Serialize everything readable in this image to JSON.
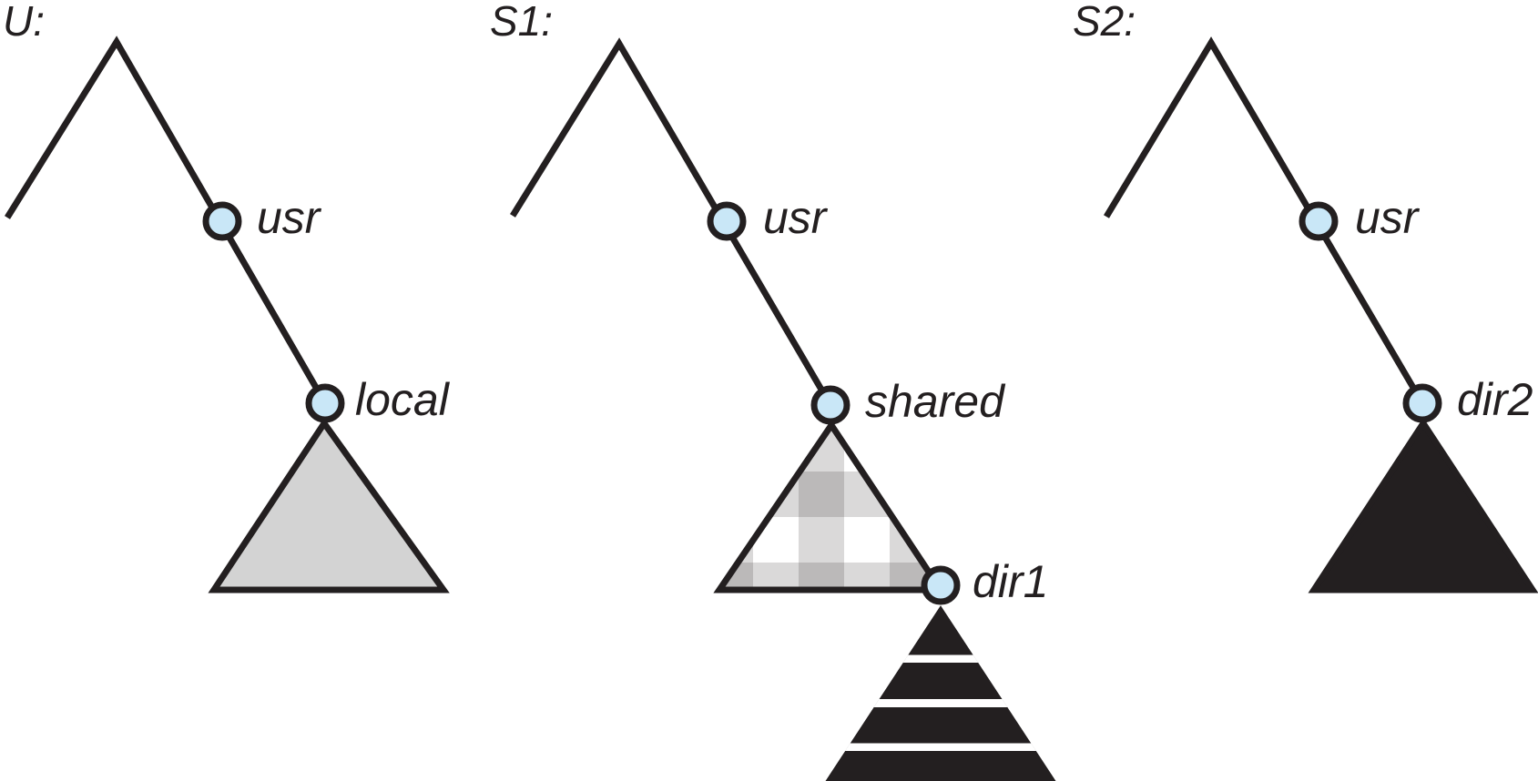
{
  "trees": [
    {
      "name": "U:",
      "nodes": [
        {
          "label": "usr"
        },
        {
          "label": "local"
        }
      ],
      "subtree": {
        "style": "solid-light-gray-triangle"
      }
    },
    {
      "name": "S1:",
      "nodes": [
        {
          "label": "usr"
        },
        {
          "label": "shared"
        },
        {
          "label": "dir1"
        }
      ],
      "subtrees": [
        {
          "style": "plaid-triangle"
        },
        {
          "style": "black-striped-triangle"
        }
      ]
    },
    {
      "name": "S2:",
      "nodes": [
        {
          "label": "usr"
        },
        {
          "label": "dir2"
        }
      ],
      "subtree": {
        "style": "solid-black-triangle"
      }
    }
  ],
  "colors": {
    "line": "#231f20",
    "node_fill": "#c9e7f7",
    "node_stroke": "#231f20",
    "gray_triangle_fill": "#d3d3d3",
    "black_triangle_fill": "#231f20",
    "background": "#ffffff"
  }
}
